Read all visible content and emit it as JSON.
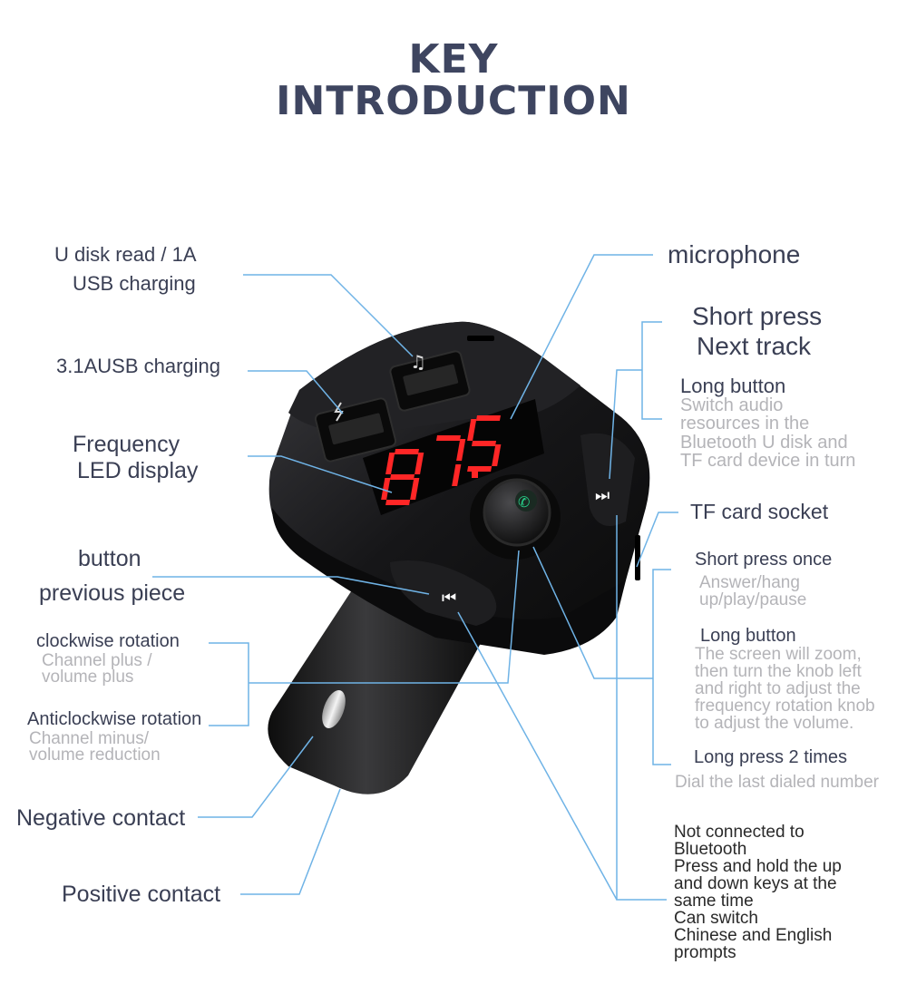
{
  "title": {
    "line1": "KEY",
    "line2": "INTRODUCTION"
  },
  "device": {
    "display_value": "87.5"
  },
  "labels": {
    "usb_read": [
      "U disk read / 1A",
      "USB charging"
    ],
    "usb_charge": "3.1AUSB charging",
    "frequency_display": [
      "Frequency",
      "LED display"
    ],
    "prev_button": [
      "button",
      "previous piece"
    ],
    "clockwise": {
      "title": "clockwise rotation",
      "desc": [
        "Channel plus /",
        "volume plus"
      ]
    },
    "anticlockwise": {
      "title": "Anticlockwise rotation",
      "desc": [
        "Channel minus/",
        "volume reduction"
      ]
    },
    "negative_contact": "Negative contact",
    "positive_contact": "Positive contact",
    "microphone": "microphone",
    "next_track": {
      "short_press": [
        "Short press",
        "Next track"
      ],
      "long_title": "Long button",
      "long_desc": [
        "Switch audio",
        "resources in the",
        "Bluetooth U disk and",
        "TF card device in turn"
      ]
    },
    "tf_card": "TF card socket",
    "knob": {
      "short_title": "Short press once",
      "short_desc": [
        "Answer/hang",
        "up/play/pause"
      ],
      "long_title": "Long button",
      "long_desc": [
        "The screen will zoom,",
        "then turn the knob left",
        "and right to adjust the",
        "frequency rotation knob",
        "to adjust the volume."
      ],
      "twice_title": "Long press 2 times",
      "twice_desc": "Dial the last dialed number"
    },
    "language": [
      "Not connected to",
      "Bluetooth",
      "Press and hold the up",
      "and down keys at the",
      "same time",
      "Can switch",
      "Chinese and English",
      "prompts"
    ]
  },
  "colors": {
    "leader_line": "#6fb3e6",
    "label_text": "#3a3f54",
    "desc_text": "#b4b4b8",
    "led": "#ff2626",
    "device_body": "#1c1c1e"
  }
}
